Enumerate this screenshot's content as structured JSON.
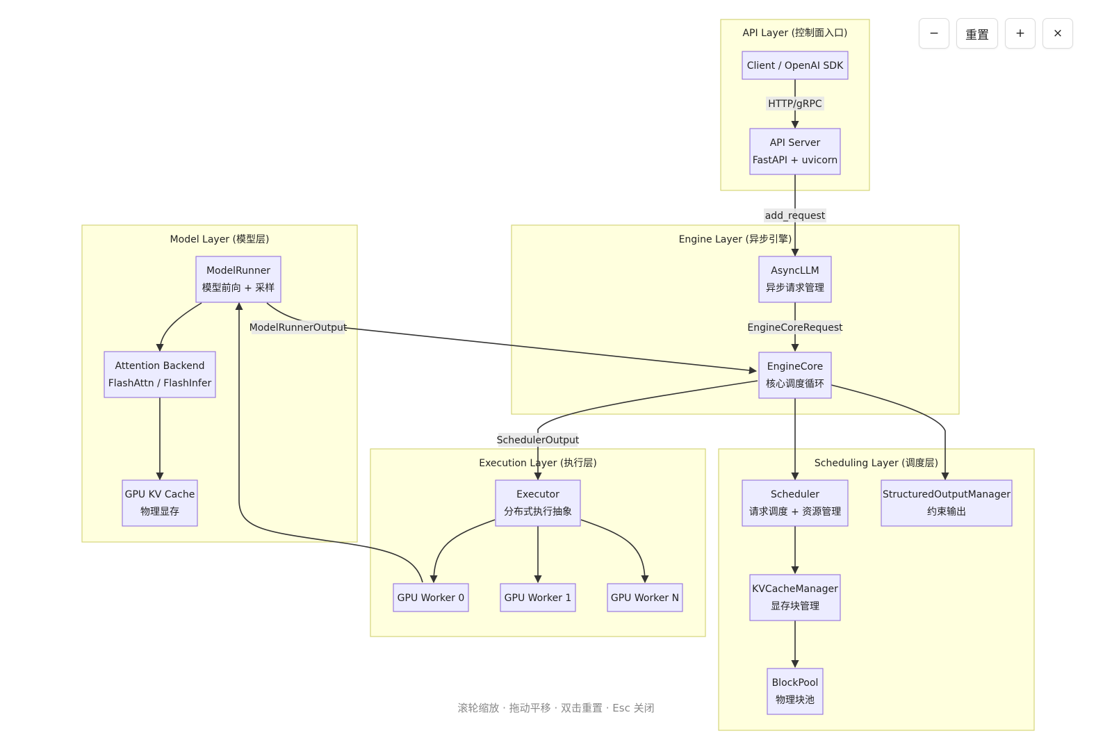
{
  "toolbar": {
    "zoom_out": "−",
    "reset": "重置",
    "zoom_in": "+",
    "close": "×"
  },
  "hint": "滚轮缩放 · 拖动平移 · 双击重置 · Esc 关闭",
  "clusters": {
    "api": "API Layer (控制面入口)",
    "model": "Model Layer (模型层)",
    "engine": "Engine Layer (异步引擎)",
    "execution": "Execution Layer (执行层)",
    "scheduling": "Scheduling Layer (调度层)"
  },
  "nodes": {
    "client": [
      "Client / OpenAI SDK"
    ],
    "api_server": [
      "API Server",
      "FastAPI + uvicorn"
    ],
    "asyncllm": [
      "AsyncLLM",
      "异步请求管理"
    ],
    "enginecore": [
      "EngineCore",
      "核心调度循环"
    ],
    "modelrunner": [
      "ModelRunner",
      "模型前向 + 采样"
    ],
    "attention": [
      "Attention Backend",
      "FlashAttn / FlashInfer"
    ],
    "gpu_kv": [
      "GPU KV Cache",
      "物理显存"
    ],
    "executor": [
      "Executor",
      "分布式执行抽象"
    ],
    "worker0": [
      "GPU Worker 0"
    ],
    "worker1": [
      "GPU Worker 1"
    ],
    "workerN": [
      "GPU Worker N"
    ],
    "scheduler": [
      "Scheduler",
      "请求调度 + 资源管理"
    ],
    "structured": [
      "StructuredOutputManager",
      "约束输出"
    ],
    "kvcache": [
      "KVCacheManager",
      "显存块管理"
    ],
    "blockpool": [
      "BlockPool",
      "物理块池"
    ]
  },
  "edge_labels": {
    "http": "HTTP/gRPC",
    "add_request": "add_request",
    "core_request": "EngineCoreRequest",
    "runner_output": "ModelRunnerOutput",
    "scheduler_output": "SchedulerOutput"
  }
}
